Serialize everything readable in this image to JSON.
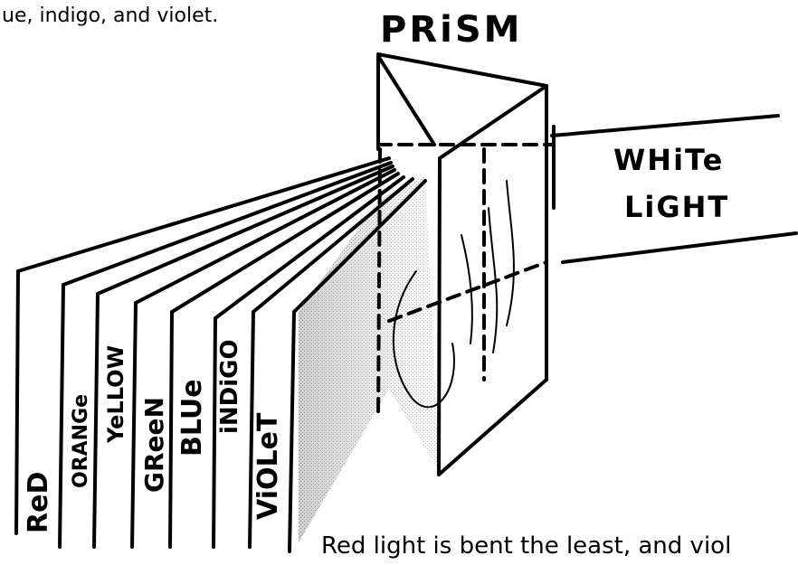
{
  "text": {
    "top_caption": "ue, indigo, and violet.",
    "prism_label": "PRiSM",
    "white_light_line1": "WHiTe",
    "white_light_line2": "LiGHT",
    "bottom_caption": "Red light is bent the least, and viol"
  },
  "spectrum": {
    "bands": [
      "ReD",
      "ORANGe",
      "YeLLOW",
      "GReeN",
      "BLUe",
      "iNDiGO",
      "ViOLeT"
    ]
  },
  "icons": {
    "prism": "triangular-prism-sketch",
    "beam": "white-light-beam"
  }
}
